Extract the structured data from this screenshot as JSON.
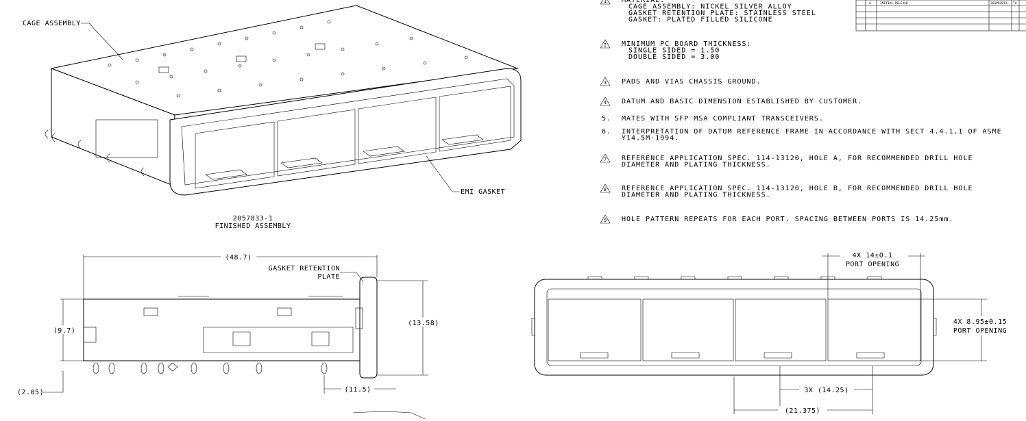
{
  "iso_view": {
    "callout_cage": "CAGE ASSEMBLY",
    "callout_gasket": "EMI GASKET",
    "part_number": "2057833-1",
    "caption": "FINISHED ASSEMBLY"
  },
  "notes": [
    {
      "num": "1",
      "delta": true,
      "lines": [
        "MATERIAL:",
        "CAGE ASSEMBLY: NICKEL SILVER ALLOY",
        "GASKET RETENTION PLATE: STAINLESS STEEL",
        "GASKET: PLATED FILLED SILICONE"
      ]
    },
    {
      "num": "2",
      "delta": true,
      "lines": [
        "MINIMUM PC BOARD THICKNESS:",
        "SINGLE SIDED = 1.50",
        "DOUBLE SIDED = 3.00"
      ]
    },
    {
      "num": "3",
      "delta": true,
      "lines": [
        "PADS AND VIAS CHASSIS GROUND."
      ]
    },
    {
      "num": "4",
      "delta": true,
      "lines": [
        "DATUM AND BASIC DIMENSION ESTABLISHED BY CUSTOMER."
      ]
    },
    {
      "num": "5.",
      "delta": false,
      "lines": [
        "MATES WITH SFP MSA COMPLIANT TRANSCEIVERS."
      ]
    },
    {
      "num": "6.",
      "delta": false,
      "lines": [
        "INTERPRETATION OF DATUM REFERENCE FRAME IN ACCORDANCE WITH SECT 4.4.1.1 OF ASME",
        "Y14.5M-1994."
      ]
    },
    {
      "num": "7",
      "delta": true,
      "lines": [
        "REFERENCE APPLICATION SPEC. 114-13120, HOLE A, FOR RECOMMENDED DRILL HOLE",
        "DIAMETER AND PLATING THICKNESS."
      ]
    },
    {
      "num": "8",
      "delta": true,
      "lines": [
        "REFERENCE APPLICATION SPEC. 114-13120, HOLE B, FOR RECOMMENDED DRILL HOLE",
        "DIAMETER AND PLATING THICKNESS."
      ]
    },
    {
      "num": "9",
      "delta": true,
      "lines": [
        "HOLE PATTERN REPEATS FOR EACH PORT. SPACING BETWEEN PORTS IS 14.25mm."
      ]
    }
  ],
  "revision_table": {
    "rev": "A",
    "description": "INITIAL RELEASE",
    "date": "26APR2011",
    "initials": "TX"
  },
  "side_view": {
    "dim_length": "(48.7)",
    "callout_plate_1": "GASKET RETENTION",
    "callout_plate_2": "PLATE",
    "dim_height": "(9.7)",
    "dim_total_height": "(13.58)",
    "dim_pin": "(2.05)",
    "dim_rear": "(11.5)"
  },
  "front_view": {
    "dim_port_width": "4X 14±0.1",
    "port_width_label": "PORT OPENING",
    "dim_port_height": "4X 8.95±0.15",
    "port_height_label": "PORT OPENING",
    "dim_spacing": "3X (14.25)",
    "dim_center": "(21.375)"
  }
}
